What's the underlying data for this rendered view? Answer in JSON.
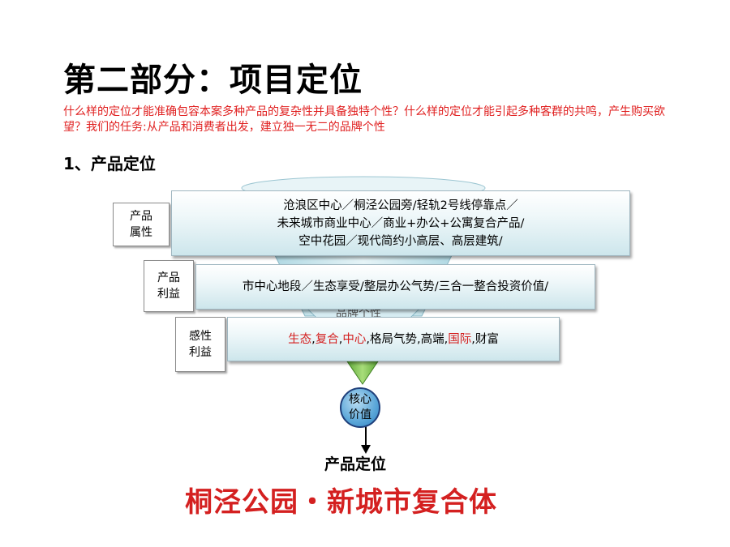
{
  "header": {
    "title": "第二部分：项目定位",
    "intro": "什么样的定位才能准确包容本案多种产品的复杂性并具备独特个性？什么样的定位才能引起多种客群的共鸣，产生购买欲望？我们的任务:从产品和消费者出发，建立独一无二的品牌个性",
    "section": "1、产品定位"
  },
  "funnel": {
    "hidden_label": "品牌个性",
    "colors": {
      "cone": "#cfe7ee",
      "tip": "#7dc24a",
      "text_red": "#d42020",
      "core": "#4a9ad4"
    },
    "tiers": [
      {
        "label_lines": [
          "产品",
          "属性"
        ],
        "lines": [
          "沧浪区中心／桐泾公园旁/轻轨2号线停靠点／",
          "未来城市商业中心／商业+办公+公寓复合产品/",
          "空中花园／现代简约小高层、高层建筑/"
        ]
      },
      {
        "label_lines": [
          "产品",
          "利益"
        ],
        "lines": [
          "市中心地段／生态享受/整层办公气势/三合一整合投资价值/"
        ]
      },
      {
        "label_lines": [
          "感性",
          "利益"
        ],
        "segments": [
          {
            "text": "生态",
            "red": true
          },
          {
            "text": ",",
            "red": false
          },
          {
            "text": "复合",
            "red": true
          },
          {
            "text": ",",
            "red": false
          },
          {
            "text": "中心",
            "red": true
          },
          {
            "text": ",格局气势,高端,",
            "red": false
          },
          {
            "text": "国际",
            "red": true
          },
          {
            "text": ",财富",
            "red": false
          }
        ]
      }
    ],
    "core_lines": [
      "核心",
      "价值"
    ]
  },
  "footer": {
    "positioning_label": "产品定位",
    "slogan": "桐泾公园・新城市复合体"
  }
}
